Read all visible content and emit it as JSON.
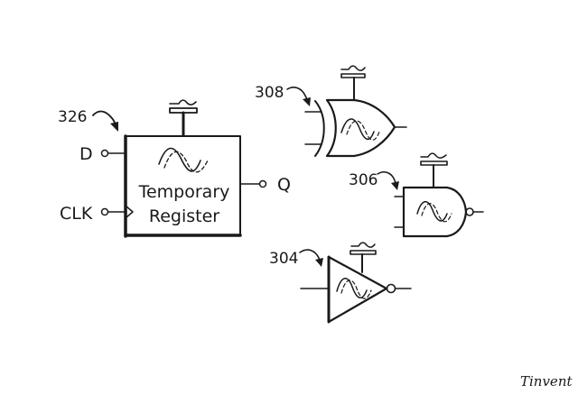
{
  "diagram": {
    "type": "patent-style logic schematic",
    "components": {
      "register": {
        "ref": "326",
        "title_line1": "Temporary",
        "title_line2": "Register",
        "inputs": {
          "d": "D",
          "clk": "CLK"
        },
        "output": "Q",
        "features": [
          "power-supply-symbol",
          "analog-waveform-icon",
          "clock-edge-triangle"
        ]
      },
      "xor_gate": {
        "ref": "308",
        "kind": "XOR gate",
        "features": [
          "power-supply-symbol",
          "analog-waveform-icon"
        ]
      },
      "nand_gate": {
        "ref": "306",
        "kind": "NAND gate",
        "features": [
          "power-supply-symbol",
          "analog-waveform-icon",
          "inversion-bubble"
        ]
      },
      "inverter": {
        "ref": "304",
        "kind": "Inverter (NOT gate)",
        "features": [
          "power-supply-symbol",
          "analog-waveform-icon",
          "inversion-bubble"
        ]
      }
    },
    "signature": "Tinvent"
  },
  "colors": {
    "ink": "#1a1a1a",
    "background": "#ffffff"
  }
}
